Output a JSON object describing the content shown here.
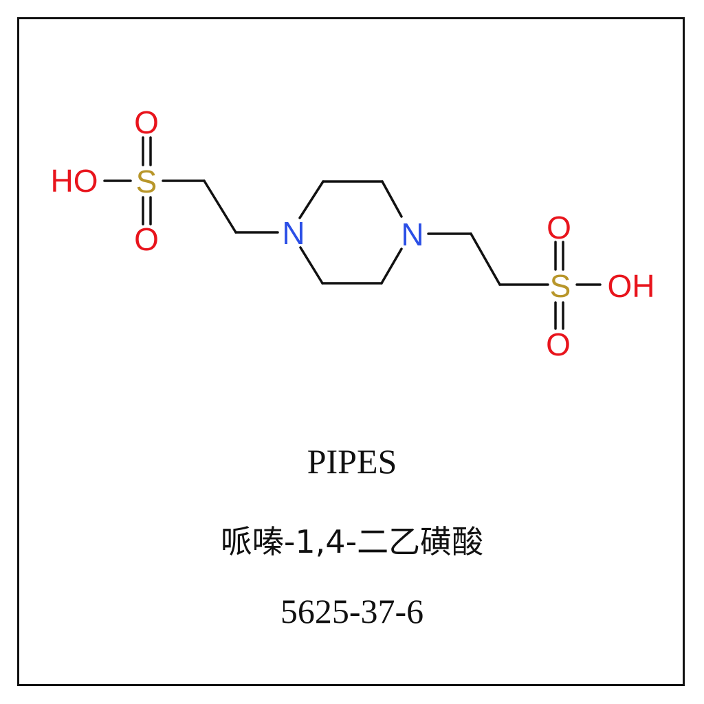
{
  "molecule": {
    "atoms": {
      "left_O_top": "O",
      "left_OH": "HO",
      "left_S": "S",
      "left_O_bottom": "O",
      "N1": "N",
      "N4": "N",
      "right_O_top": "O",
      "right_S": "S",
      "right_OH": "OH",
      "right_O_bottom": "O"
    },
    "colors": {
      "oxygen": "#e8141c",
      "sulfur": "#b8962a",
      "nitrogen": "#2b4fe6",
      "bond": "#111111"
    }
  },
  "labels": {
    "abbreviation": "PIPES",
    "chinese_name": "哌嗪-1,4-二乙磺酸",
    "cas_number": "5625-37-6"
  }
}
